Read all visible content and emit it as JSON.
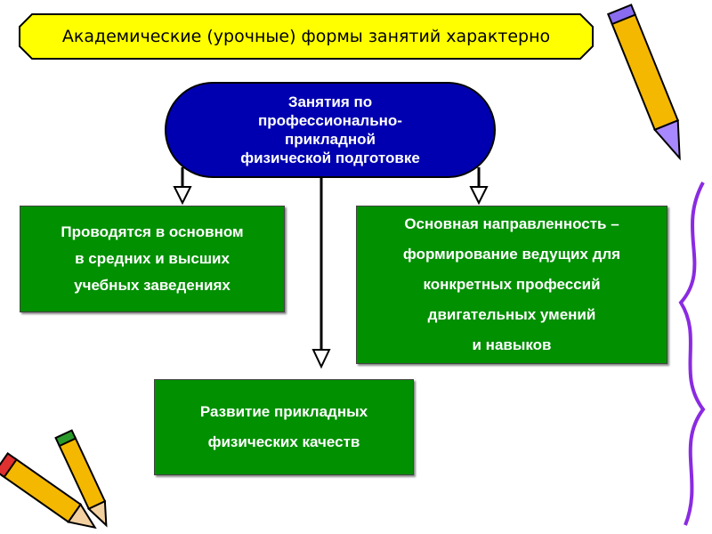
{
  "title": "Академические (урочные) формы занятий характерно",
  "center": {
    "lines": [
      "Занятия по",
      "профессионально-",
      "прикладной",
      "физической подготовке"
    ]
  },
  "left_box": {
    "lines": [
      "Проводятся в основном",
      "в средних и высших",
      "учебных заведениях"
    ]
  },
  "right_box": {
    "lines": [
      "Основная направленность –",
      "формирование ведущих для",
      "конкретных профессий",
      "двигательных умений",
      "и навыков"
    ]
  },
  "bottom_box": {
    "lines": [
      "Развитие прикладных",
      "физических качеств"
    ]
  },
  "colors": {
    "title_bg": "#ffff00",
    "oval": "#0000b0",
    "box": "#009000"
  }
}
